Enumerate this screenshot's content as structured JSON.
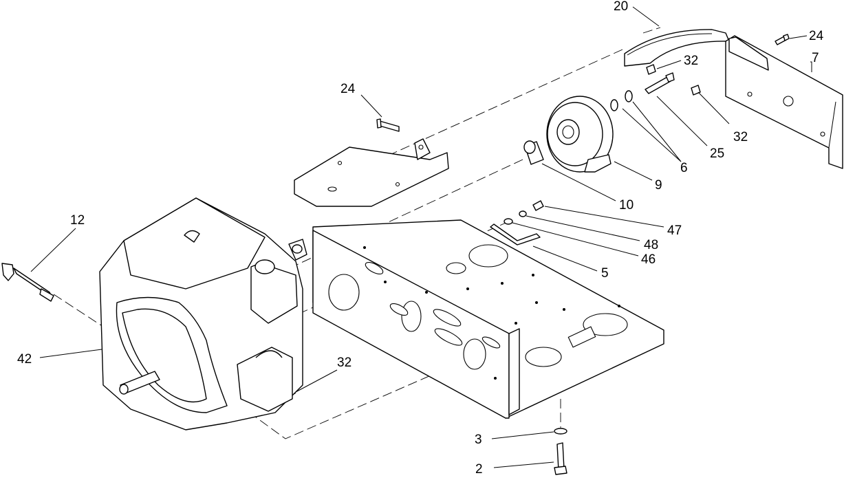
{
  "callouts": {
    "c20": "20",
    "c24_top": "24",
    "c7": "7",
    "c32_top": "32",
    "c32_bracket": "32",
    "c25": "25",
    "c6": "6",
    "c9": "9",
    "c24_left": "24",
    "c10": "10",
    "c47": "47",
    "c48": "48",
    "c46": "46",
    "c5": "5",
    "c12": "12",
    "c42": "42",
    "c32_engine": "32",
    "c3": "3",
    "c2": "2"
  }
}
